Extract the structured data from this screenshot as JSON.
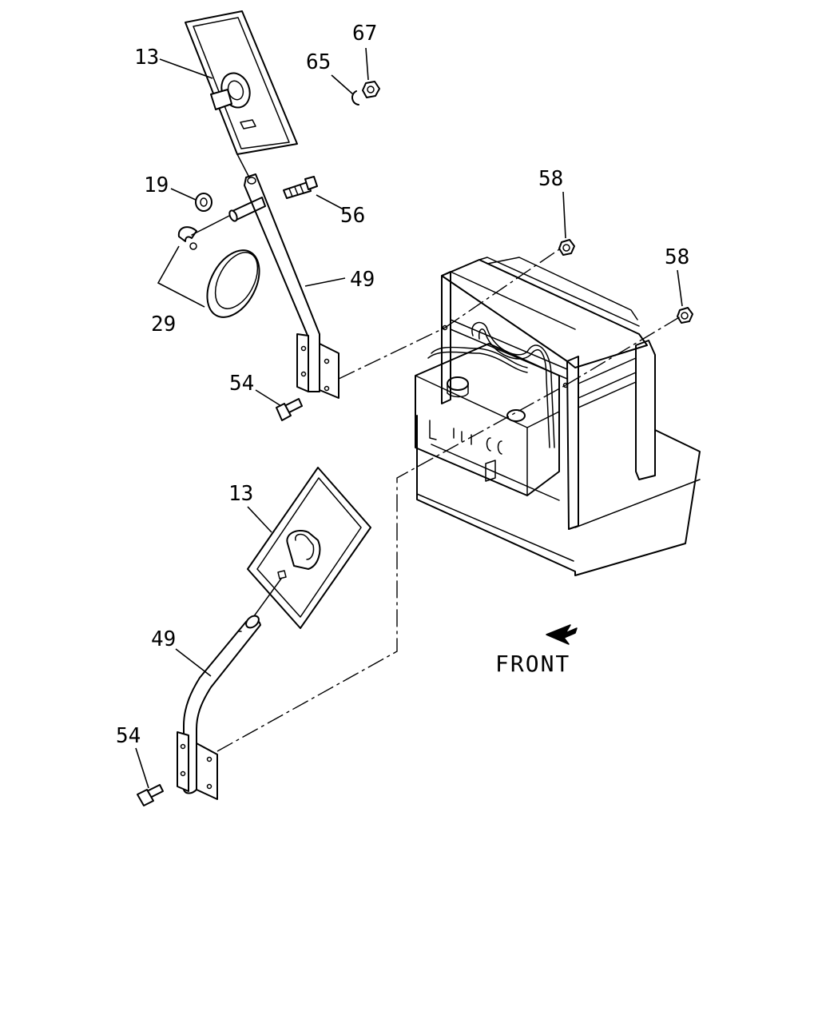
{
  "labels": {
    "upper_mirror": "13",
    "lower_mirror": "13",
    "upper_arm": "49",
    "lower_arm": "49",
    "upper_bolt": "54",
    "lower_bolt": "54",
    "washer": "19",
    "bolt_56": "56",
    "nut_58_a": "58",
    "nut_58_b": "58",
    "ring_65": "65",
    "nut_67": "67",
    "lamp": "29"
  },
  "direction_label": "FRONT"
}
